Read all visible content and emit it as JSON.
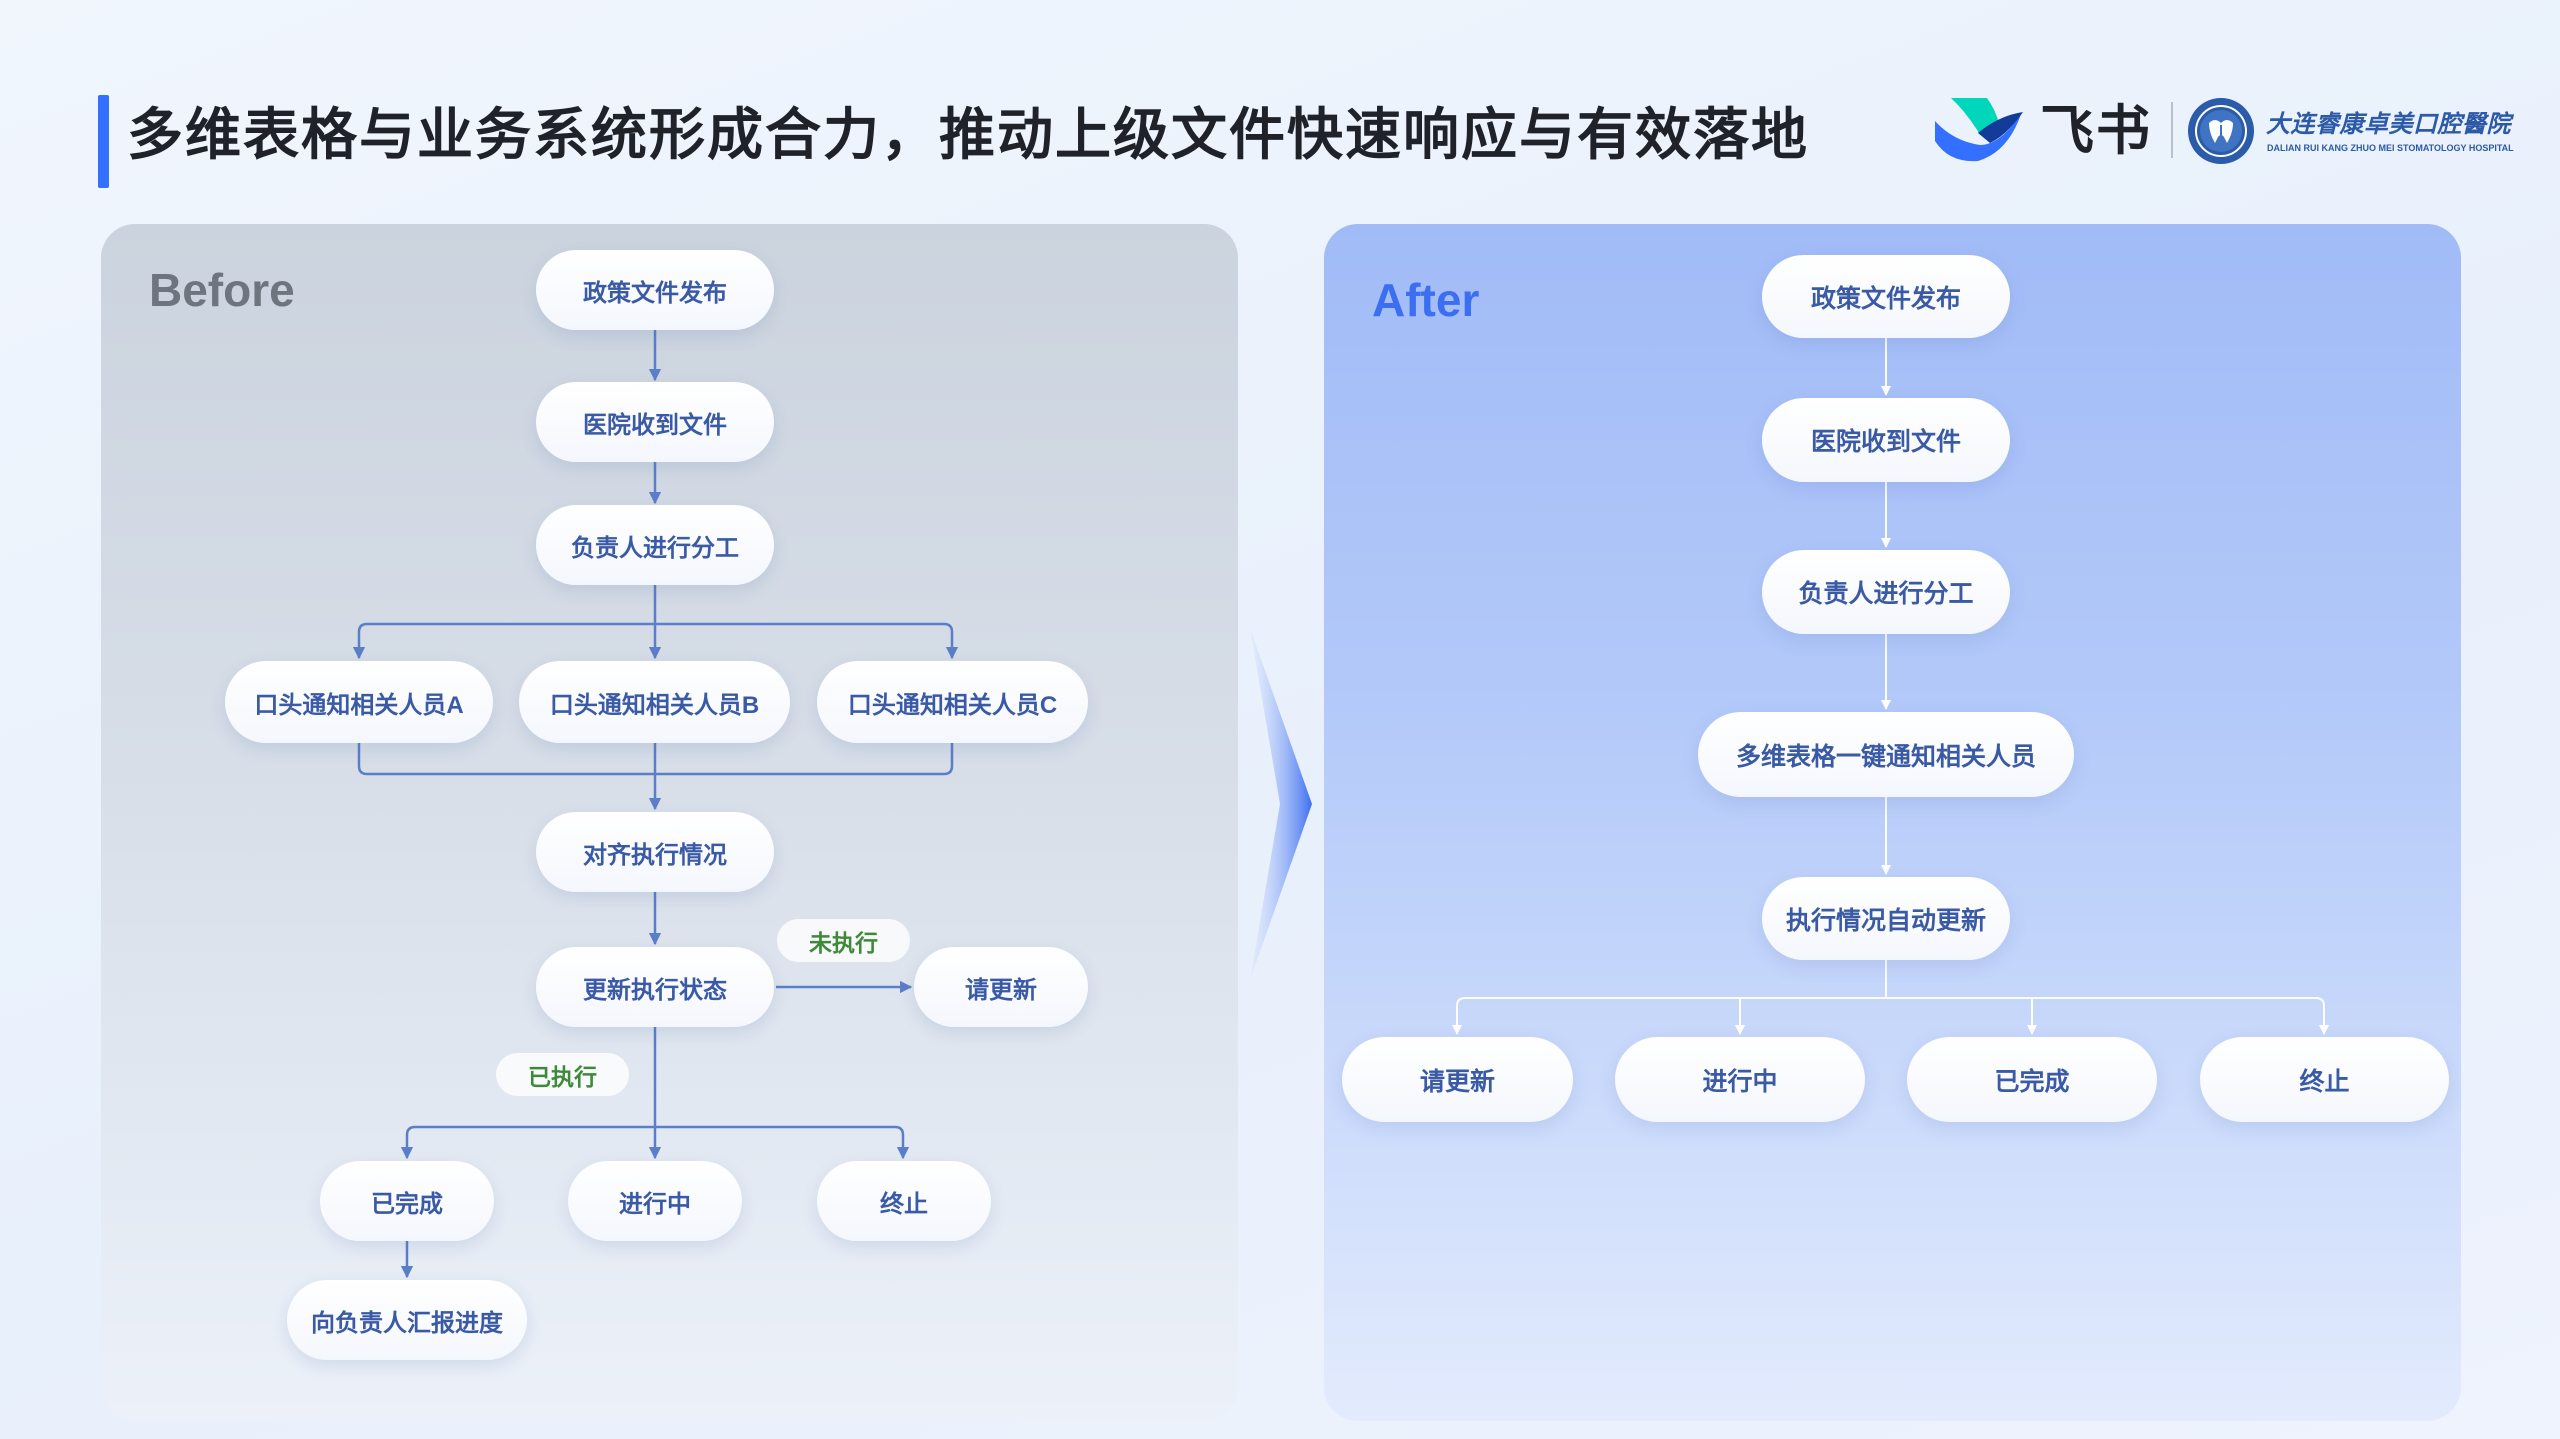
{
  "title": "多维表格与业务系统形成合力，推动上级文件快速响应与有效落地",
  "logos": {
    "feishu": "飞书",
    "hospital_cn": "大连睿康卓美口腔醫院",
    "hospital_en": "DALIAN RUI KANG ZHUO MEI STOMATOLOGY HOSPITAL"
  },
  "before": {
    "label": "Before",
    "nodes": {
      "policy": "政策文件发布",
      "receive": "医院收到文件",
      "assign": "负责人进行分工",
      "notify_a": "口头通知相关人员A",
      "notify_b": "口头通知相关人员B",
      "notify_c": "口头通知相关人员C",
      "align": "对齐执行情况",
      "update": "更新执行状态",
      "tag_not_done": "未执行",
      "please_update": "请更新",
      "tag_done": "已执行",
      "completed": "已完成",
      "in_progress": "进行中",
      "terminated": "终止",
      "report": "向负责人汇报进度"
    }
  },
  "after": {
    "label": "After",
    "nodes": {
      "policy": "政策文件发布",
      "receive": "医院收到文件",
      "assign": "负责人进行分工",
      "notify": "多维表格一键通知相关人员",
      "auto_update": "执行情况自动更新",
      "please_update": "请更新",
      "in_progress": "进行中",
      "completed": "已完成",
      "terminated": "终止"
    }
  },
  "colors": {
    "accent": "#3370ff",
    "before_label": "#6e757e",
    "after_label": "#3b6ef0",
    "node_text": "#3a5aa6",
    "tag_text": "#3f8a3a",
    "connector_before": "#5a7ec8"
  },
  "icons": {
    "feishu_logo": "feishu-logo-icon",
    "hospital_seal": "hospital-seal-icon",
    "transition": "chevron-right-icon"
  }
}
